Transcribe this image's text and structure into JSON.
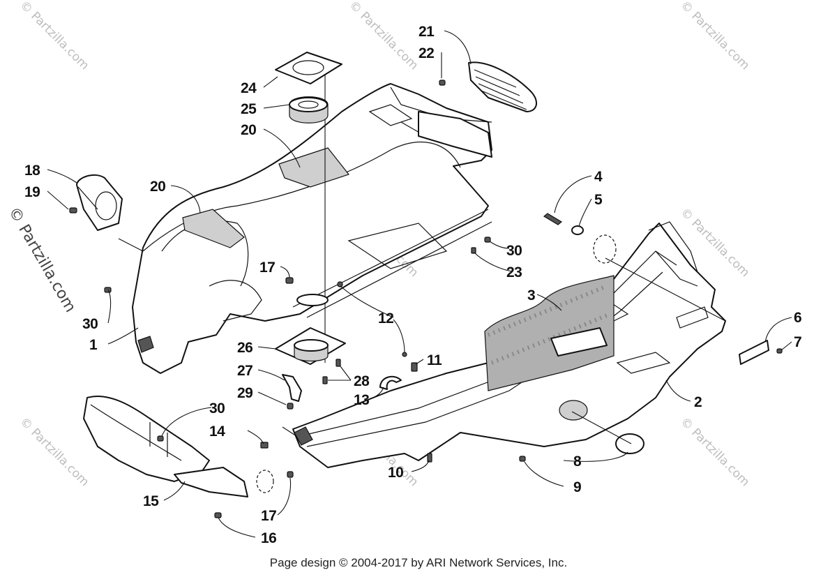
{
  "watermark": {
    "side_text": "© Partzilla.com",
    "tile_text": "© Partzilla.com"
  },
  "callouts": {
    "c1": "1",
    "c2": "2",
    "c3": "3",
    "c4": "4",
    "c5": "5",
    "c6": "6",
    "c7": "7",
    "c8": "8",
    "c9": "9",
    "c10": "10",
    "c11": "11",
    "c12": "12",
    "c13": "13",
    "c14": "14",
    "c15": "15",
    "c16": "16",
    "c17a": "17",
    "c17b": "17",
    "c18": "18",
    "c19": "19",
    "c20a": "20",
    "c20b": "20",
    "c21": "21",
    "c22": "22",
    "c23": "23",
    "c24": "24",
    "c25": "25",
    "c26": "26",
    "c27": "27",
    "c28": "28",
    "c29": "29",
    "c30a": "30",
    "c30b": "30",
    "c30c": "30"
  },
  "footer": "Page design © 2004-2017 by ARI Network Services, Inc."
}
